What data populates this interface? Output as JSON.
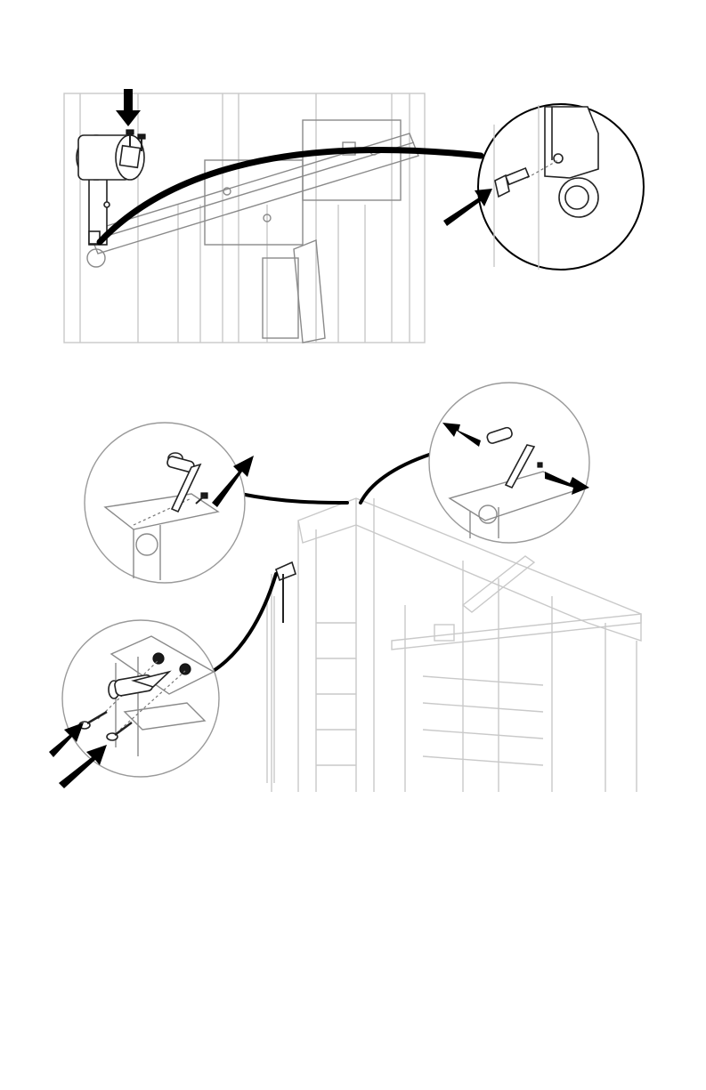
{
  "figures": [
    {
      "id": "figure-1",
      "callouts": 1,
      "arrows": 2
    },
    {
      "id": "figure-2",
      "callouts": 3,
      "arrows": 5
    }
  ],
  "colors": {
    "line": "#000000",
    "frame": "#c9c9c9",
    "background": "#ffffff"
  },
  "icons": [
    "direction-arrow-icon",
    "bolt-icon",
    "pin-icon",
    "nut-icon",
    "lever-icon"
  ]
}
